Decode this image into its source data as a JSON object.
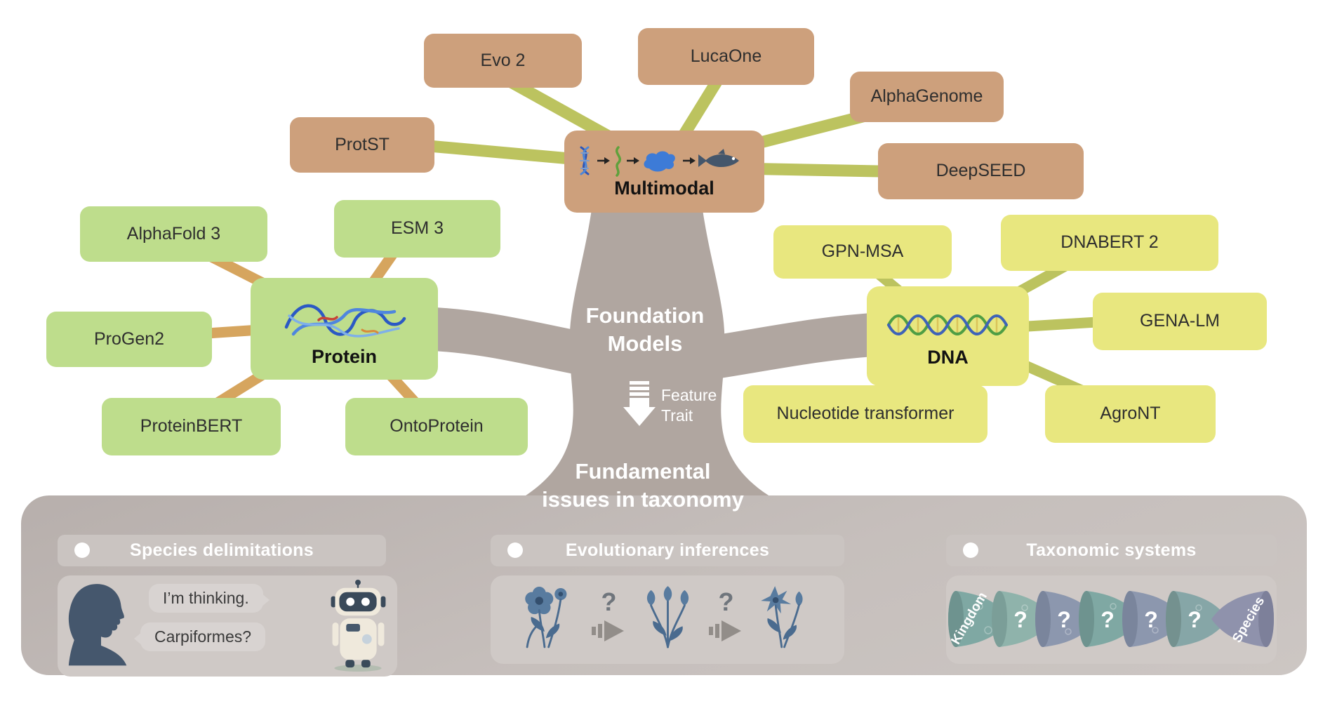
{
  "palette": {
    "tan_box": "#cda07c",
    "green_box": "#bedd8c",
    "yellow_box": "#e8e77f",
    "olive_connector": "#bcc35f",
    "tan_connector": "#d6a55e",
    "trunk_gray": "#b0a6a0",
    "panel_gray": "#c3bcb9",
    "white": "#ffffff"
  },
  "multimodal": {
    "label": "Multimodal",
    "models": {
      "protst": "ProtST",
      "evo2": "Evo 2",
      "lucaone": "LucaOne",
      "alphagenome": "AlphaGenome",
      "deepseed": "DeepSEED"
    }
  },
  "protein": {
    "label": "Protein",
    "models": {
      "alphafold3": "AlphaFold 3",
      "esm3": "ESM 3",
      "progen2": "ProGen2",
      "proteinbert": "ProteinBERT",
      "ontoprotein": "OntoProtein"
    }
  },
  "dna": {
    "label": "DNA",
    "models": {
      "gpnmsa": "GPN-MSA",
      "dnabert2": "DNABERT 2",
      "genalm": "GENA-LM",
      "nt": "Nucleotide transformer",
      "agront": "AgroNT"
    }
  },
  "center": {
    "title": "Foundation\nModels",
    "flow_label": "Feature\nTrait",
    "issues": "Fundamental\nissues in taxonomy"
  },
  "sections": {
    "species": {
      "title": "Species delimitations",
      "bubble1": "I’m thinking.",
      "bubble2": "Carpiformes?"
    },
    "evolution": {
      "title": "Evolutionary inferences",
      "q": "?"
    },
    "taxonomy": {
      "title": "Taxonomic systems",
      "left": "Kingdom",
      "right": "Species",
      "q": "?"
    }
  }
}
